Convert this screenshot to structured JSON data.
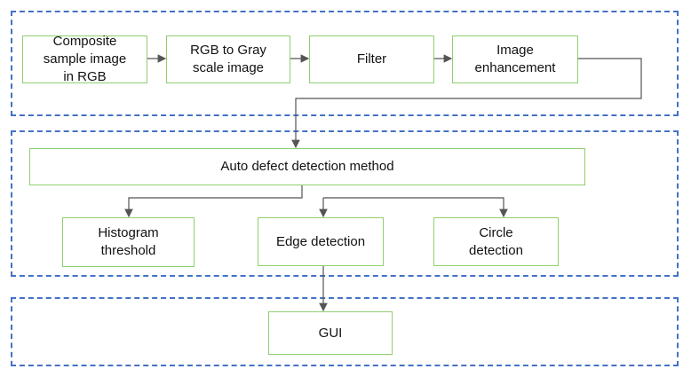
{
  "stages": {
    "preprocessing": {
      "composite": "Composite\nsample image\nin RGB",
      "gray": "RGB to Gray\nscale image",
      "filter": "Filter",
      "enhancement": "Image\nenhancement"
    },
    "detection": {
      "method": "Auto defect detection method",
      "histogram": "Histogram\nthreshold",
      "edge": "Edge detection",
      "circle": "Circle\ndetection"
    },
    "output": {
      "gui": "GUI"
    }
  },
  "colors": {
    "dashed_border": "#4472c4",
    "box_border": "#8fcf6e",
    "connector": "#555555"
  }
}
